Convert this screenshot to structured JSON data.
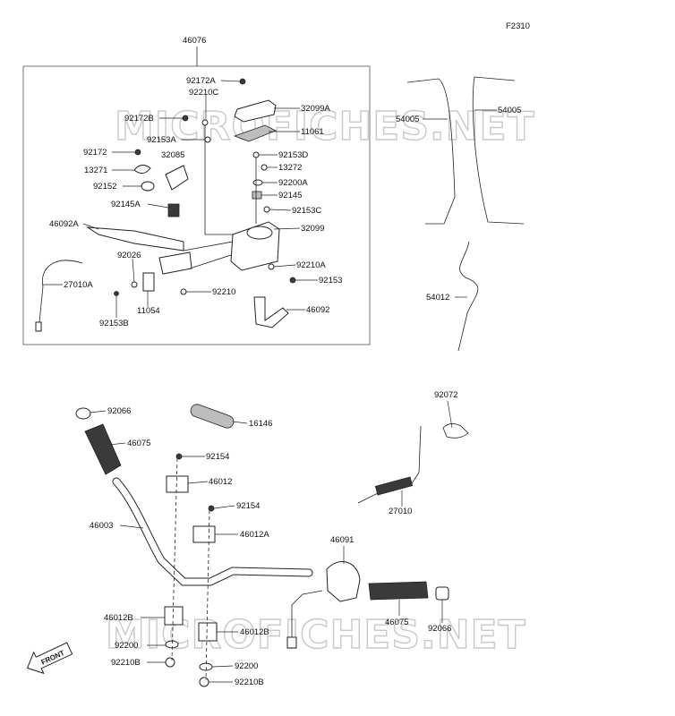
{
  "figure_code": "F2310",
  "watermark": "MICROFICHES.NET",
  "front_arrow_text": "FRONT",
  "callouts": {
    "p46076": "46076",
    "p92172A": "92172A",
    "p92210C": "92210C",
    "p32099A": "32099A",
    "p92172B": "92172B",
    "p11061": "11061",
    "p92153A": "92153A",
    "p92172": "92172",
    "p92153D": "92153D",
    "p13271": "13271",
    "p32085": "32085",
    "p13272": "13272",
    "p92200A": "92200A",
    "p92152": "92152",
    "p92145": "92145",
    "p92145A": "92145A",
    "p92153C": "92153C",
    "p46092A": "46092A",
    "p32099": "32099",
    "p92026": "92026",
    "p92210A": "92210A",
    "p27010A": "27010A",
    "p92153": "92153",
    "p92210": "92210",
    "p11054": "11054",
    "p46092": "46092",
    "p92153B": "92153B",
    "p54005a": "54005",
    "p54005b": "54005",
    "p54012": "54012",
    "p92066a": "92066",
    "p46075a": "46075",
    "p16146": "16146",
    "p92154a": "92154",
    "p46012": "46012",
    "p92154b": "92154",
    "p46003": "46003",
    "p46012A": "46012A",
    "p46012Ba": "46012B",
    "p46012Bb": "46012B",
    "p92200a": "92200",
    "p92200b": "92200",
    "p92210Ba": "92210B",
    "p92210Bb": "92210B",
    "p92072": "92072",
    "p27010": "27010",
    "p46091": "46091",
    "p46075b": "46075",
    "p92066b": "92066"
  }
}
